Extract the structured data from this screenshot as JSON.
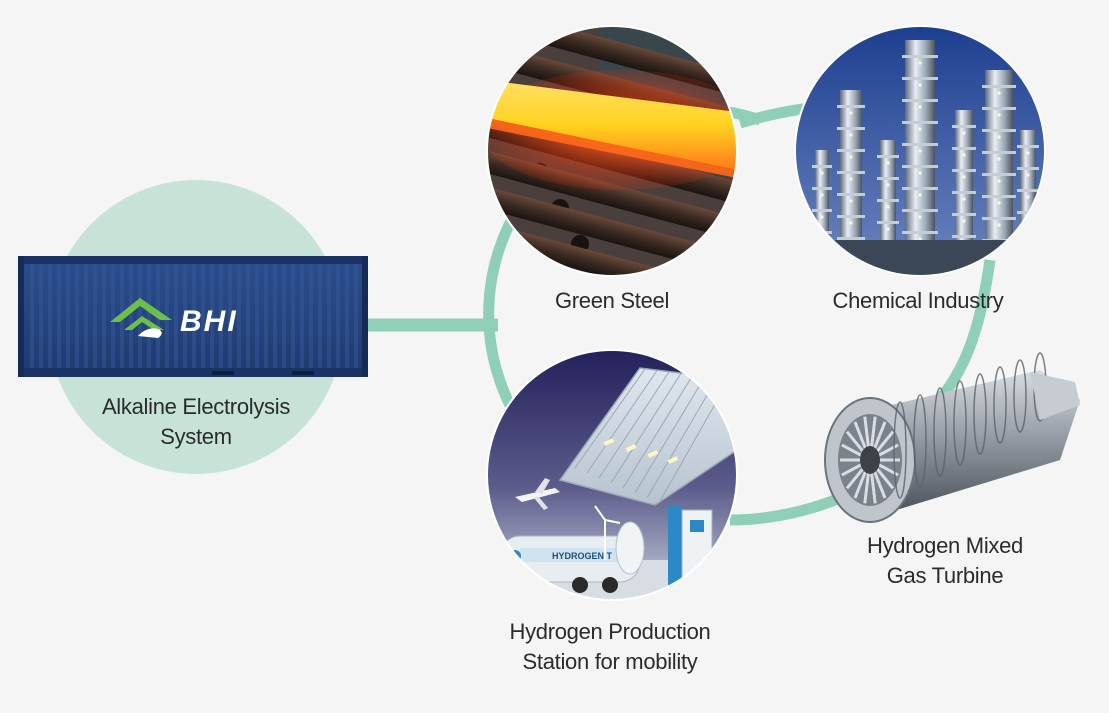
{
  "colors": {
    "background": "#f5f5f5",
    "connector": "#8fcfb8",
    "soft_circle": "#c7e3d7",
    "container_blue": "#27457f",
    "logo_green": "#6cc04a",
    "logo_white": "#ffffff"
  },
  "container": {
    "logo_text": "BHI",
    "logo_icon": "bhi-mark-icon"
  },
  "nodes": {
    "electrolysis": {
      "line1": "Alkaline Electrolysis",
      "line2": "System"
    },
    "green_steel": {
      "line1": "Green Steel"
    },
    "chemical": {
      "line1": "Chemical Industry"
    },
    "turbine": {
      "line1": "Hydrogen Mixed",
      "line2": "Gas Turbine"
    },
    "station": {
      "line1": "Hydrogen Production",
      "line2": "Station for mobility"
    }
  },
  "images": {
    "green_steel": "hot-steel-rolling-mill-photo",
    "chemical": "chemical-refinery-towers-photo",
    "turbine": "gas-turbine-engine-render",
    "station": "hydrogen-refueling-station-photo"
  },
  "station_truck_text": "HYDROGEN T"
}
